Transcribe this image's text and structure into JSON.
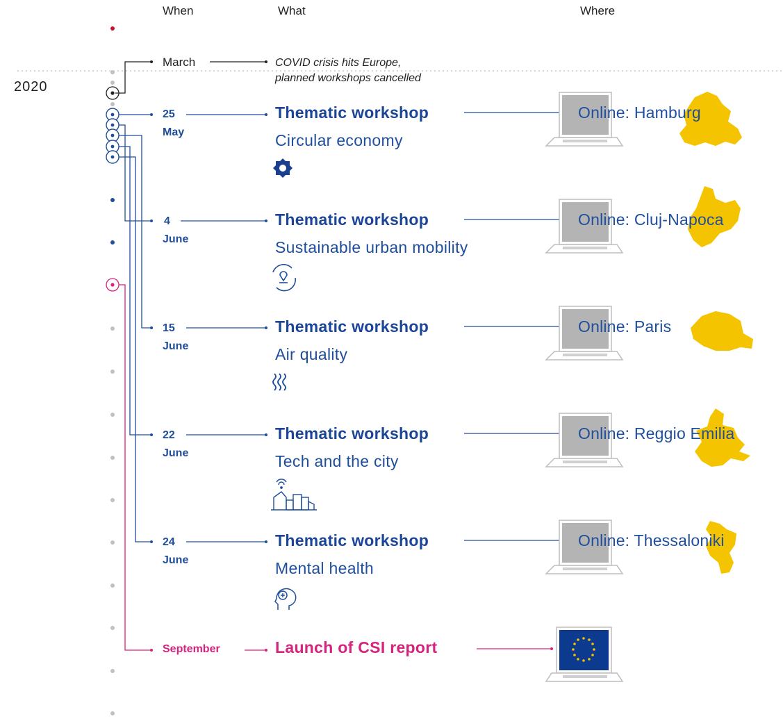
{
  "headers": {
    "when": "When",
    "what": "What",
    "where": "Where"
  },
  "year": "2020",
  "march": {
    "label": "March",
    "line1": "COVID crisis hits Europe,",
    "line2": "planned workshops cancelled"
  },
  "workshops": [
    {
      "day": "25",
      "month": "May",
      "title": "Thematic workshop",
      "topic": "Circular economy",
      "location": "Online: Hamburg",
      "icon": "circular-economy-icon"
    },
    {
      "day": "4",
      "month": "June",
      "title": "Thematic workshop",
      "topic": "Sustainable urban mobility",
      "location": "Online: Cluj-Napoca",
      "icon": "mobility-icon"
    },
    {
      "day": "15",
      "month": "June",
      "title": "Thematic workshop",
      "topic": "Air quality",
      "location": "Online: Paris",
      "icon": "air-quality-icon"
    },
    {
      "day": "22",
      "month": "June",
      "title": "Thematic workshop",
      "topic": "Tech and the city",
      "location": "Online: Reggio Emilia",
      "icon": "smart-city-icon"
    },
    {
      "day": "24",
      "month": "June",
      "title": "Thematic workshop",
      "topic": "Mental health",
      "location": "Online: Thessaloniki",
      "icon": "mental-health-icon"
    }
  ],
  "september": {
    "label": "September",
    "title": "Launch of CSI report",
    "icon": "eu-flag-icon"
  },
  "colors": {
    "blue": "#1f4e9b",
    "magenta": "#d6237e",
    "yellow": "#f5c400",
    "grey": "#bdbdbd",
    "red": "#c8102e"
  }
}
